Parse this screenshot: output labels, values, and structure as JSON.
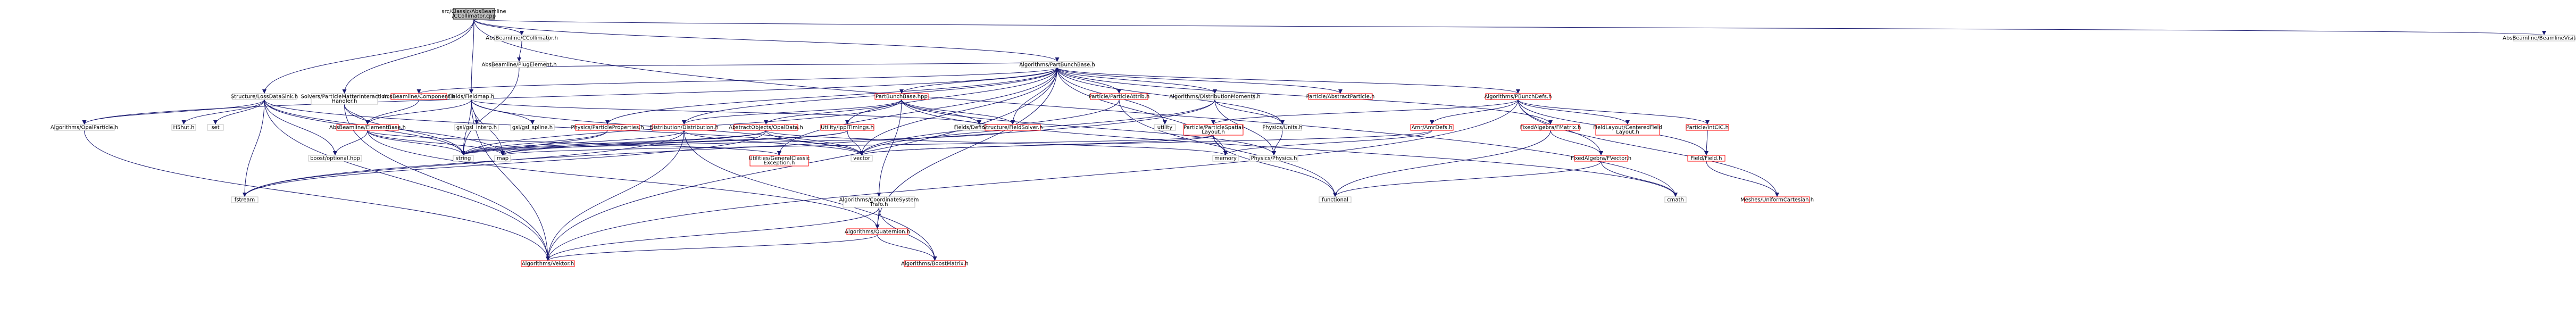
{
  "graph": {
    "root_node": "src/Classic/AbsBeamline\n/CCollimator.cpp",
    "colors": {
      "edge": "#191970",
      "root_fill": "#bfbfbf",
      "root_stroke": "#000000",
      "node_stroke": "#bfbfbf",
      "incomplete_node_stroke": "#ff0000",
      "background": "#ffffff"
    },
    "nodes": [
      {
        "id": "root",
        "label": "src/Classic/AbsBeamline\n/CCollimator.cpp",
        "kind": "root"
      },
      {
        "id": "ccollimator_h",
        "label": "AbsBeamline/CCollimator.h",
        "kind": "normal"
      },
      {
        "id": "beamlinevisitor_h",
        "label": "AbsBeamline/BeamlineVisitor.h",
        "kind": "normal"
      },
      {
        "id": "plugelement_h",
        "label": "AbsBeamline/PlugElement.h",
        "kind": "normal"
      },
      {
        "id": "partbunchbase_h",
        "label": "Algorithms/PartBunchBase.h",
        "kind": "normal"
      },
      {
        "id": "losses_h",
        "label": "Structure/LossDataSink.h",
        "kind": "normal"
      },
      {
        "id": "solvers_h",
        "label": "Solvers/ParticleMatterInteraction\nHandler.h",
        "kind": "normal"
      },
      {
        "id": "fieldmap_h",
        "label": "Fields/Fieldmap.h",
        "kind": "normal"
      },
      {
        "id": "component_h",
        "label": "AbsBeamline/Component.h",
        "kind": "incomplete"
      },
      {
        "id": "elementbase_h",
        "label": "AbsBeamline/ElementBase.h",
        "kind": "incomplete"
      },
      {
        "id": "opalparticle_h",
        "label": "Algorithms/OpalParticle.h",
        "kind": "normal"
      },
      {
        "id": "h5hut_h",
        "label": "H5hut.h",
        "kind": "normal"
      },
      {
        "id": "set",
        "label": "set",
        "kind": "normal"
      },
      {
        "id": "fstream",
        "label": "fstream",
        "kind": "normal"
      },
      {
        "id": "boost_optional",
        "label": "boost/optional.hpp",
        "kind": "normal"
      },
      {
        "id": "string",
        "label": "string",
        "kind": "normal"
      },
      {
        "id": "map",
        "label": "map",
        "kind": "normal"
      },
      {
        "id": "vector",
        "label": "vector",
        "kind": "normal"
      },
      {
        "id": "gsl_interp",
        "label": "gsl/gsl_interp.h",
        "kind": "normal"
      },
      {
        "id": "gsl_spline",
        "label": "gsl/gsl_spline.h",
        "kind": "normal"
      },
      {
        "id": "particleproperties_h",
        "label": "Physics/ParticleProperties.h",
        "kind": "incomplete"
      },
      {
        "id": "distribution_h",
        "label": "Distribution/Distribution.h",
        "kind": "incomplete"
      },
      {
        "id": "opaldata_h",
        "label": "AbstractObjects/OpalData.h",
        "kind": "incomplete"
      },
      {
        "id": "ipptiming_h",
        "label": "Utility/IpplTimings.h",
        "kind": "incomplete"
      },
      {
        "id": "partbunchbase_hpp",
        "label": "PartBunchBase.hpp",
        "kind": "incomplete"
      },
      {
        "id": "fielddefinitions_h",
        "label": "Fields/Definitions.h",
        "kind": "normal"
      },
      {
        "id": "structurefieldsolver_h",
        "label": "Structure/FieldSolver.h",
        "kind": "incomplete"
      },
      {
        "id": "particleattrib_h",
        "label": "Particle/ParticleAttrib.h",
        "kind": "incomplete"
      },
      {
        "id": "utility",
        "label": "utility",
        "kind": "normal"
      },
      {
        "id": "distributionmoments_h",
        "label": "Algorithms/DistributionMoments.h",
        "kind": "normal"
      },
      {
        "id": "particlespatiallayout_h",
        "label": "Particle/ParticleSpatial\nLayout.h",
        "kind": "incomplete"
      },
      {
        "id": "physicsunits_h",
        "label": "Physics/Units.h",
        "kind": "normal"
      },
      {
        "id": "abstractparticle_h",
        "label": "Particle/AbstractParticle.h",
        "kind": "incomplete"
      },
      {
        "id": "pbunchdefs_h",
        "label": "Algorithms/PBunchDefs.h",
        "kind": "incomplete"
      },
      {
        "id": "amrdefs_h",
        "label": "Amr/AmrDefs.h",
        "kind": "incomplete"
      },
      {
        "id": "fixedalgebramatrix_h",
        "label": "FixedAlgebra/FMatrix.h",
        "kind": "incomplete"
      },
      {
        "id": "fieldlayout_h",
        "label": "FieldLayout/CenteredField\nLayout.h",
        "kind": "incomplete"
      },
      {
        "id": "particleintcic_h",
        "label": "Particle/IntCIC.h",
        "kind": "incomplete"
      },
      {
        "id": "fixedalgebravector_h",
        "label": "FixedAlgebra/FVector.h",
        "kind": "incomplete"
      },
      {
        "id": "fieldfield_h",
        "label": "Field/Field.h",
        "kind": "incomplete"
      },
      {
        "id": "meshesuniform_h",
        "label": "Meshes/UniformCartesian.h",
        "kind": "incomplete"
      },
      {
        "id": "memory",
        "label": "memory",
        "kind": "normal"
      },
      {
        "id": "functional",
        "label": "functional",
        "kind": "normal"
      },
      {
        "id": "cmath",
        "label": "cmath",
        "kind": "normal"
      },
      {
        "id": "physicsphysics_h",
        "label": "Physics/Physics.h",
        "kind": "normal"
      },
      {
        "id": "coordinatesystemtrafo_h",
        "label": "Algorithms/CoordinateSystem\nTrafo.h",
        "kind": "normal"
      },
      {
        "id": "quaternion_h",
        "label": "Algorithms/Quaternion.h",
        "kind": "incomplete"
      },
      {
        "id": "vektor_h",
        "label": "Algorithms/Vektor.h",
        "kind": "incomplete"
      },
      {
        "id": "boostmatrix_h",
        "label": "Algorithms/BoostMatrix.h",
        "kind": "incomplete"
      },
      {
        "id": "generalclassicexception_h",
        "label": "Utilities/GeneralClassic\nException.h",
        "kind": "incomplete"
      }
    ],
    "edges": [
      [
        "root",
        "ccollimator_h"
      ],
      [
        "root",
        "beamlinevisitor_h"
      ],
      [
        "root",
        "partbunchbase_h"
      ],
      [
        "root",
        "losses_h"
      ],
      [
        "root",
        "solvers_h"
      ],
      [
        "root",
        "fieldmap_h"
      ],
      [
        "root",
        "cmath"
      ],
      [
        "ccollimator_h",
        "plugelement_h"
      ],
      [
        "plugelement_h",
        "partbunchbase_h"
      ],
      [
        "plugelement_h",
        "string"
      ],
      [
        "partbunchbase_h",
        "component_h"
      ],
      [
        "partbunchbase_h",
        "particleproperties_h"
      ],
      [
        "partbunchbase_h",
        "distribution_h"
      ],
      [
        "partbunchbase_h",
        "ipptiming_h"
      ],
      [
        "partbunchbase_h",
        "partbunchbase_hpp"
      ],
      [
        "partbunchbase_h",
        "structurefieldsolver_h"
      ],
      [
        "partbunchbase_h",
        "particleattrib_h"
      ],
      [
        "partbunchbase_h",
        "utility"
      ],
      [
        "partbunchbase_h",
        "distributionmoments_h"
      ],
      [
        "partbunchbase_h",
        "abstractparticle_h"
      ],
      [
        "partbunchbase_h",
        "pbunchdefs_h"
      ],
      [
        "partbunchbase_h",
        "opalparticle_h"
      ],
      [
        "partbunchbase_h",
        "vektor_h"
      ],
      [
        "partbunchbase_h",
        "vector"
      ],
      [
        "partbunchbase_h",
        "memory"
      ],
      [
        "partbunchbase_h",
        "quaternion_h"
      ],
      [
        "partbunchbase_h",
        "fixedalgebramatrix_h"
      ],
      [
        "partbunchbase_h",
        "physicsunits_h"
      ],
      [
        "partbunchbase_h",
        "generalclassicexception_h"
      ],
      [
        "losses_h",
        "opalparticle_h"
      ],
      [
        "losses_h",
        "h5hut_h"
      ],
      [
        "losses_h",
        "set"
      ],
      [
        "losses_h",
        "fstream"
      ],
      [
        "losses_h",
        "boost_optional"
      ],
      [
        "losses_h",
        "string"
      ],
      [
        "losses_h",
        "vector"
      ],
      [
        "losses_h",
        "vektor_h"
      ],
      [
        "losses_h",
        "map"
      ],
      [
        "solvers_h",
        "elementbase_h"
      ],
      [
        "solvers_h",
        "string"
      ],
      [
        "solvers_h",
        "vektor_h"
      ],
      [
        "fieldmap_h",
        "elementbase_h"
      ],
      [
        "fieldmap_h",
        "gsl_interp"
      ],
      [
        "fieldmap_h",
        "gsl_spline"
      ],
      [
        "fieldmap_h",
        "string"
      ],
      [
        "fieldmap_h",
        "map"
      ],
      [
        "fieldmap_h",
        "vector"
      ],
      [
        "fieldmap_h",
        "fielddefinitions_h"
      ],
      [
        "fieldmap_h",
        "vektor_h"
      ],
      [
        "component_h",
        "elementbase_h"
      ],
      [
        "elementbase_h",
        "boost_optional"
      ],
      [
        "elementbase_h",
        "string"
      ],
      [
        "elementbase_h",
        "map"
      ],
      [
        "elementbase_h",
        "quaternion_h"
      ],
      [
        "elementbase_h",
        "generalclassicexception_h"
      ],
      [
        "opalparticle_h",
        "vektor_h"
      ],
      [
        "particleproperties_h",
        "string"
      ],
      [
        "particleproperties_h",
        "map"
      ],
      [
        "distribution_h",
        "fstream"
      ],
      [
        "distribution_h",
        "string"
      ],
      [
        "distribution_h",
        "vector"
      ],
      [
        "distribution_h",
        "boostmatrix_h"
      ],
      [
        "distribution_h",
        "vektor_h"
      ],
      [
        "opaldata_h",
        "string"
      ],
      [
        "opaldata_h",
        "map"
      ],
      [
        "opaldata_h",
        "vector"
      ],
      [
        "opaldata_h",
        "fstream"
      ],
      [
        "opaldata_h",
        "memory"
      ],
      [
        "ipptiming_h",
        "map"
      ],
      [
        "ipptiming_h",
        "string"
      ],
      [
        "ipptiming_h",
        "vector"
      ],
      [
        "partbunchbase_hpp",
        "opaldata_h"
      ],
      [
        "partbunchbase_hpp",
        "distribution_h"
      ],
      [
        "partbunchbase_hpp",
        "structurefieldsolver_h"
      ],
      [
        "partbunchbase_hpp",
        "fielddefinitions_h"
      ],
      [
        "partbunchbase_hpp",
        "cmath"
      ],
      [
        "partbunchbase_hpp",
        "physicsphysics_h"
      ],
      [
        "partbunchbase_hpp",
        "coordinatesystemtrafo_h"
      ],
      [
        "partbunchbase_hpp",
        "string"
      ],
      [
        "structurefieldsolver_h",
        "string"
      ],
      [
        "particleattrib_h",
        "vector"
      ],
      [
        "particleattrib_h",
        "functional"
      ],
      [
        "distributionmoments_h",
        "physicsunits_h"
      ],
      [
        "distributionmoments_h",
        "physicsphysics_h"
      ],
      [
        "distributionmoments_h",
        "vector"
      ],
      [
        "distributionmoments_h",
        "fstream"
      ],
      [
        "physicsunits_h",
        "physicsphysics_h"
      ],
      [
        "particlespatiallayout_h",
        "vector"
      ],
      [
        "particlespatiallayout_h",
        "map"
      ],
      [
        "particlespatiallayout_h",
        "functional"
      ],
      [
        "particlespatiallayout_h",
        "memory"
      ],
      [
        "pbunchdefs_h",
        "amrdefs_h"
      ],
      [
        "pbunchdefs_h",
        "fieldlayout_h"
      ],
      [
        "pbunchdefs_h",
        "particleintcic_h"
      ],
      [
        "pbunchdefs_h",
        "fieldfield_h"
      ],
      [
        "pbunchdefs_h",
        "particlespatiallayout_h"
      ],
      [
        "pbunchdefs_h",
        "meshesuniform_h"
      ],
      [
        "pbunchdefs_h",
        "fixedalgebravector_h"
      ],
      [
        "pbunchdefs_h",
        "vektor_h"
      ],
      [
        "amrdefs_h",
        "memory"
      ],
      [
        "amrdefs_h",
        "vector"
      ],
      [
        "fixedalgebramatrix_h",
        "fixedalgebravector_h"
      ],
      [
        "fixedalgebramatrix_h",
        "functional"
      ],
      [
        "fixedalgebravector_h",
        "functional"
      ],
      [
        "fixedalgebravector_h",
        "cmath"
      ],
      [
        "particleintcic_h",
        "fieldfield_h"
      ],
      [
        "fieldfield_h",
        "meshesuniform_h"
      ],
      [
        "coordinatesystemtrafo_h",
        "quaternion_h"
      ],
      [
        "coordinatesystemtrafo_h",
        "vektor_h"
      ],
      [
        "coordinatesystemtrafo_h",
        "boostmatrix_h"
      ],
      [
        "quaternion_h",
        "vektor_h"
      ],
      [
        "quaternion_h",
        "boostmatrix_h"
      ]
    ]
  }
}
